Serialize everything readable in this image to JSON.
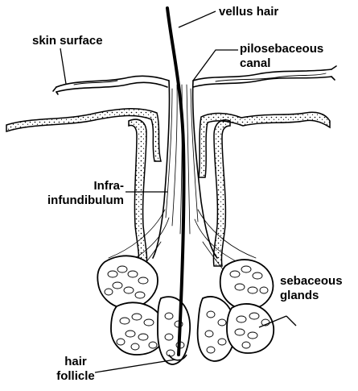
{
  "labels": {
    "vellus_hair": "vellus hair",
    "skin_surface": "skin surface",
    "pilosebaceous_canal": [
      "pilosebaceous",
      "canal"
    ],
    "infra_infundibulum": [
      "Infra-",
      "infundibulum"
    ],
    "sebaceous_glands": [
      "sebaceous",
      "glands"
    ],
    "hair_follicle": [
      "hair",
      "follicle"
    ]
  },
  "colors": {
    "ink": "#000000",
    "background": "#ffffff"
  }
}
